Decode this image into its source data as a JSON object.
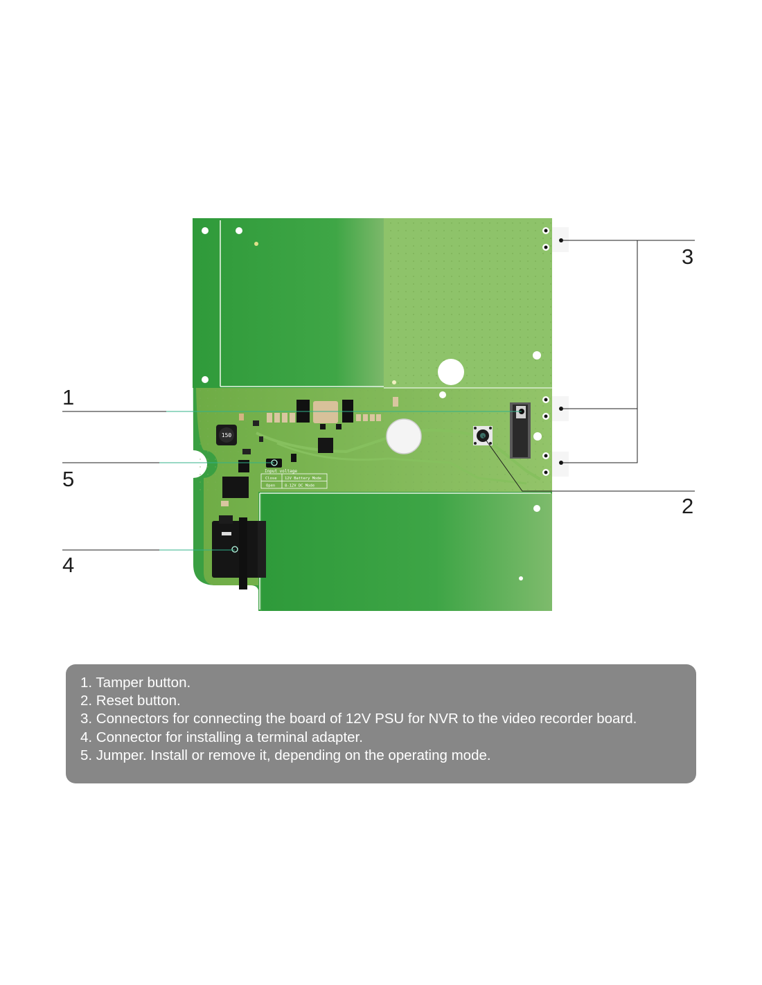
{
  "callouts": [
    {
      "number": "1"
    },
    {
      "number": "2"
    },
    {
      "number": "3"
    },
    {
      "number": "4"
    },
    {
      "number": "5"
    }
  ],
  "board": {
    "inductor_marking": "150",
    "silkscreen_heading": "Input voltage",
    "silkscreen_rows": [
      {
        "state": "Close",
        "mode": "12V Battery Mode"
      },
      {
        "state": "Open",
        "mode": "8-12V DC Mode"
      }
    ]
  },
  "legend": {
    "items": [
      "1. Tamper button.",
      "2. Reset button.",
      "3. Connectors for connecting the board of 12V PSU for NVR to the video recorder board.",
      "4. Connector for installing a terminal adapter.",
      "5. Jumper. Install or remove it, depending on the operating mode."
    ]
  },
  "colors": {
    "board_dark": "#2f9a3a",
    "board_light": "#8fc46a",
    "legend_background": "#878787",
    "leader_line": "#1d1d1d"
  }
}
